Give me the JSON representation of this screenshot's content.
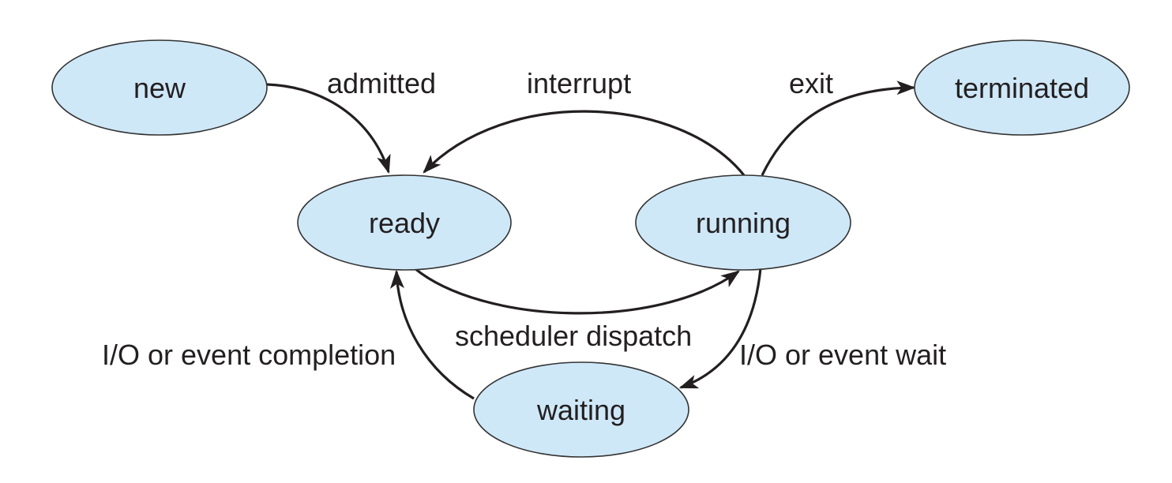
{
  "colors": {
    "state_fill": "#cfe8f8",
    "state_stroke": "#333333",
    "edge": "#231f20",
    "text": "#231f20"
  },
  "states": {
    "new": "new",
    "ready": "ready",
    "running": "running",
    "waiting": "waiting",
    "terminated": "terminated"
  },
  "transitions": {
    "admitted": "admitted",
    "interrupt": "interrupt",
    "exit": "exit",
    "scheduler_dispatch": "scheduler dispatch",
    "io_event_wait": "I/O or event wait",
    "io_event_completion": "I/O or event completion"
  }
}
